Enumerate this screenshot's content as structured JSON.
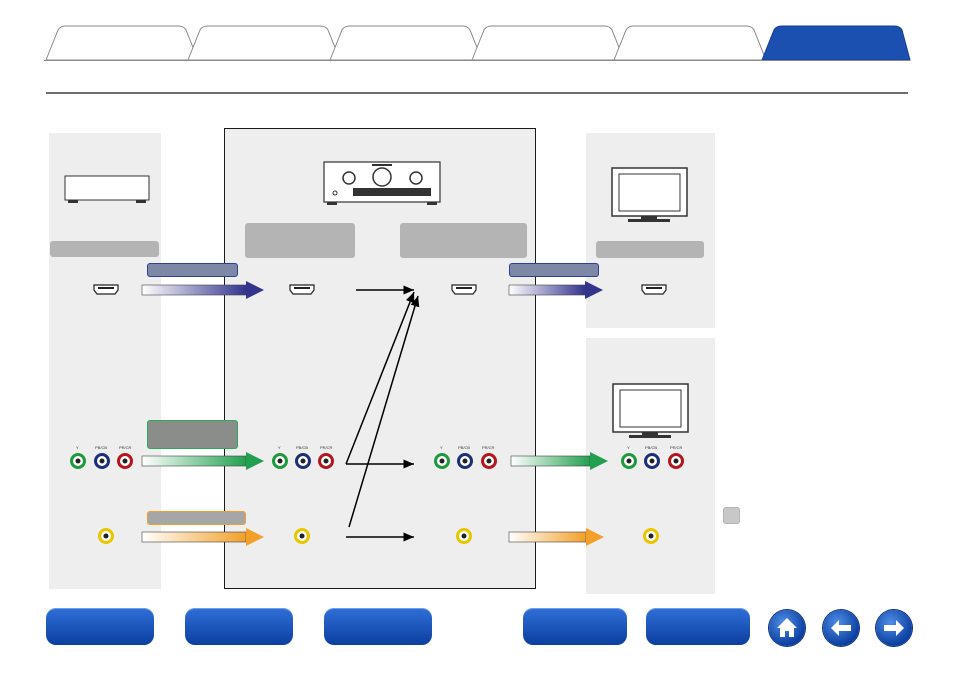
{
  "tabs": [
    {
      "label": ""
    },
    {
      "label": ""
    },
    {
      "label": ""
    },
    {
      "label": ""
    },
    {
      "label": ""
    },
    {
      "label": "",
      "active": true
    }
  ],
  "colors": {
    "tab_inactive": "#ffffff",
    "tab_active": "#1b4fb0",
    "hdmi_arrow": "#3f3f96",
    "component_arrow": "#2aab5a",
    "video_arrow": "#f0a030",
    "panel_bg": "#eeeeee",
    "gray_label": "#b4b4b4",
    "rca_y": "#1e9a3c",
    "rca_pb": "#1b2f7a",
    "rca_pr": "#b5161e",
    "rca_video": "#e8c600"
  },
  "diagram": {
    "component_labels": {
      "y": "Y",
      "pb": "PB/CB",
      "pr": "PR/CR"
    }
  },
  "footer": {
    "buttons": [
      {
        "name": "nav-button-1",
        "label": ""
      },
      {
        "name": "nav-button-2",
        "label": ""
      },
      {
        "name": "nav-button-3",
        "label": ""
      },
      {
        "name": "nav-button-4",
        "label": ""
      },
      {
        "name": "nav-button-5",
        "label": ""
      }
    ],
    "icons": [
      "home-icon",
      "back-arrow-icon",
      "forward-arrow-icon"
    ]
  }
}
